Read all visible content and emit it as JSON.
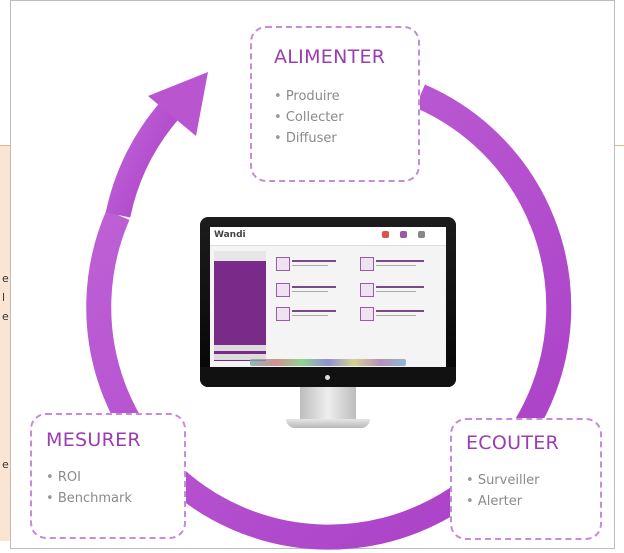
{
  "cycle": {
    "accent_color": "#b64ed0",
    "stages": [
      {
        "title": "ALIMENTER",
        "items": [
          "Produire",
          "Collecter",
          "Diffuser"
        ]
      },
      {
        "title": "ECOUTER",
        "items": [
          "Surveiller",
          "Alerter"
        ]
      },
      {
        "title": "MESURER",
        "items": [
          "ROI",
          "Benchmark"
        ]
      }
    ]
  },
  "monitor": {
    "app_logo": "Wandi"
  },
  "background_letters": [
    "e",
    "l",
    "e",
    "e"
  ]
}
